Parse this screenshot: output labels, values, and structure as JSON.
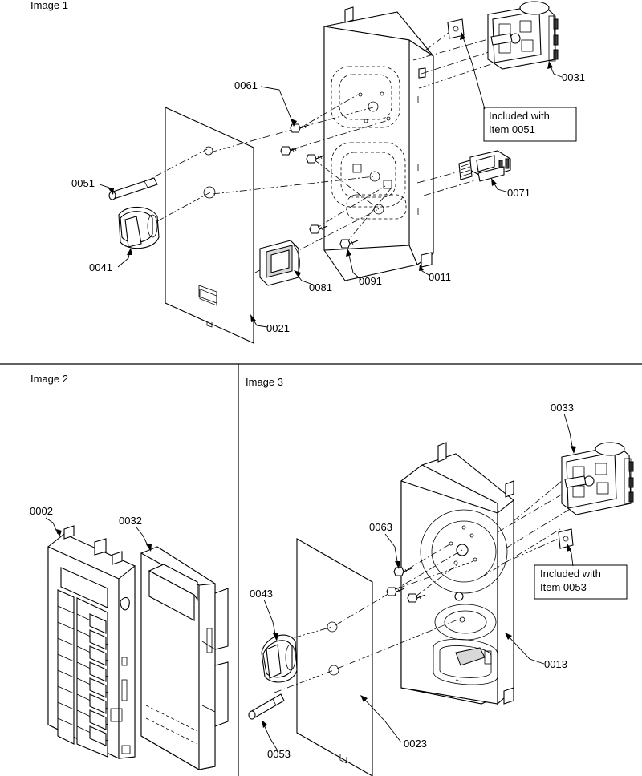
{
  "panels": [
    {
      "title": "Image 1",
      "callouts": [
        "0061",
        "0051",
        "0041",
        "0081",
        "0091",
        "0011",
        "0021",
        "0031",
        "0071"
      ],
      "note": [
        "Included with",
        "Item 0051"
      ]
    },
    {
      "title": "Image 2",
      "callouts": [
        "0002",
        "0032"
      ]
    },
    {
      "title": "Image 3",
      "callouts": [
        "0033",
        "0063",
        "0043",
        "0013",
        "0053",
        "0023"
      ],
      "note": [
        "Included with",
        "Item 0053"
      ]
    }
  ]
}
